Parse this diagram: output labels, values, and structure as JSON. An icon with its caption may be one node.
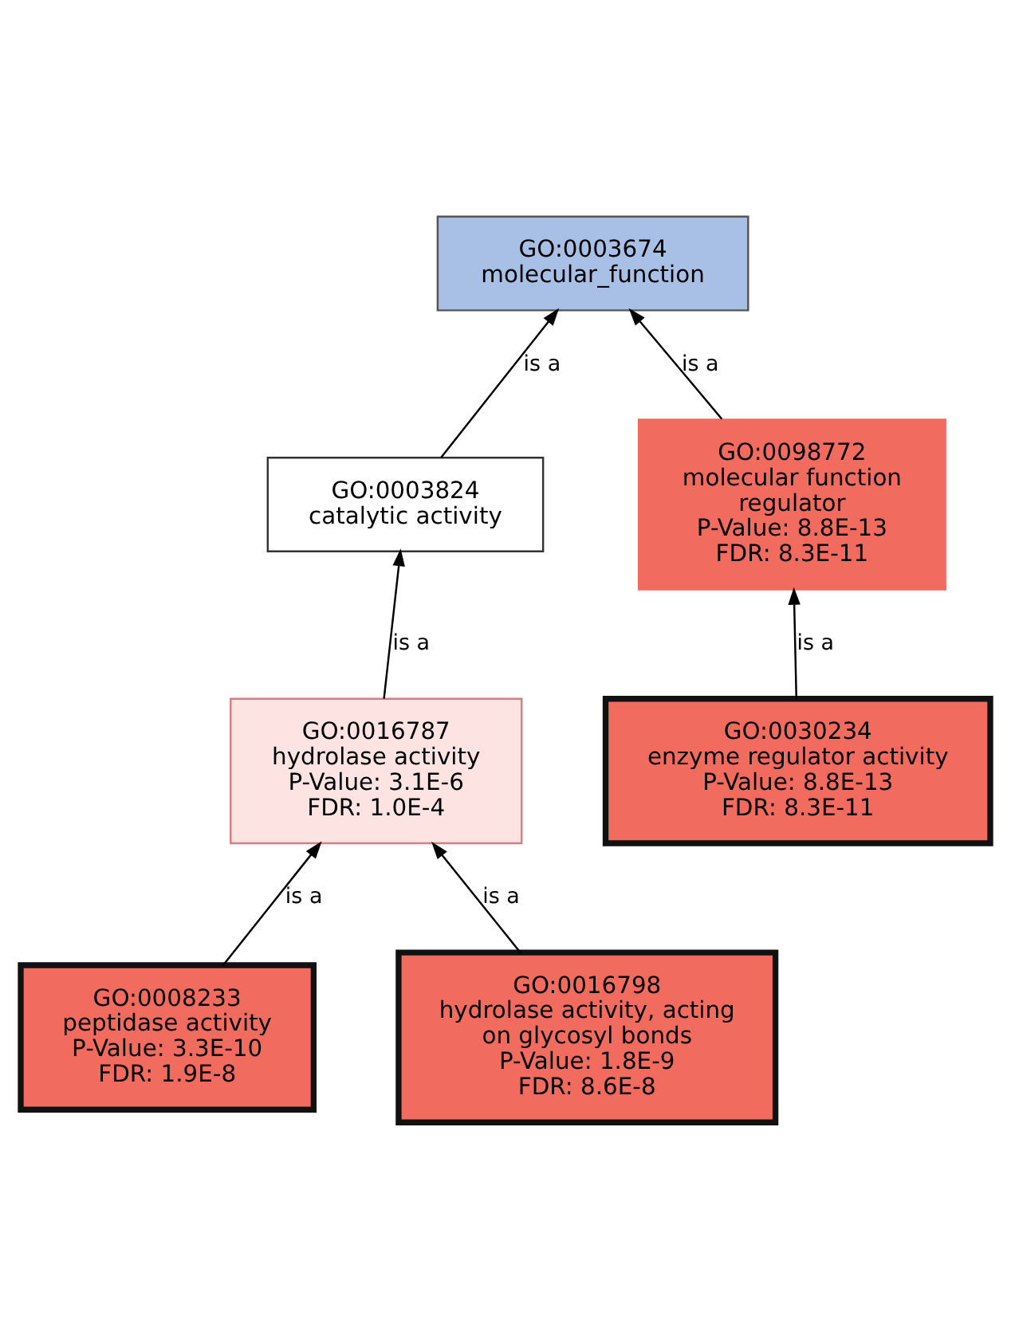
{
  "diagram": {
    "nodes": [
      {
        "text": [
          "GO:0003674",
          "molecular_function"
        ]
      },
      {
        "text": [
          "GO:0003824",
          "catalytic activity"
        ]
      },
      {
        "text": [
          "GO:0098772",
          "molecular function regulator",
          "P-Value: 8.8E-13",
          "FDR: 8.3E-11"
        ]
      },
      {
        "text": [
          "GO:0016787",
          "hydrolase activity",
          "P-Value: 3.1E-6",
          "FDR: 1.0E-4"
        ]
      },
      {
        "text": [
          "GO:0030234",
          "enzyme regulator activity",
          "P-Value: 8.8E-13",
          "FDR: 8.3E-11"
        ]
      },
      {
        "text": [
          "GO:0008233",
          "peptidase activity",
          "P-Value: 3.3E-10",
          "FDR: 1.9E-8"
        ]
      },
      {
        "text": [
          "GO:0016798",
          "hydrolase activity, acting on glycosyl bonds",
          "P-Value: 1.8E-9",
          "FDR: 8.6E-8"
        ]
      }
    ],
    "edges": [
      {
        "from": 1,
        "to": 0,
        "arrow": "to",
        "label": "is a"
      },
      {
        "from": 2,
        "to": 0,
        "arrow": "to",
        "label": "is a"
      },
      {
        "from": 3,
        "to": 1,
        "arrow": "to",
        "label": "is a"
      },
      {
        "from": 4,
        "to": 2,
        "arrow": "to",
        "label": "is a"
      },
      {
        "from": 5,
        "to": 3,
        "arrow": "to",
        "label": "is a"
      },
      {
        "from": 6,
        "to": 3,
        "arrow": "to",
        "label": "is a"
      }
    ]
  }
}
